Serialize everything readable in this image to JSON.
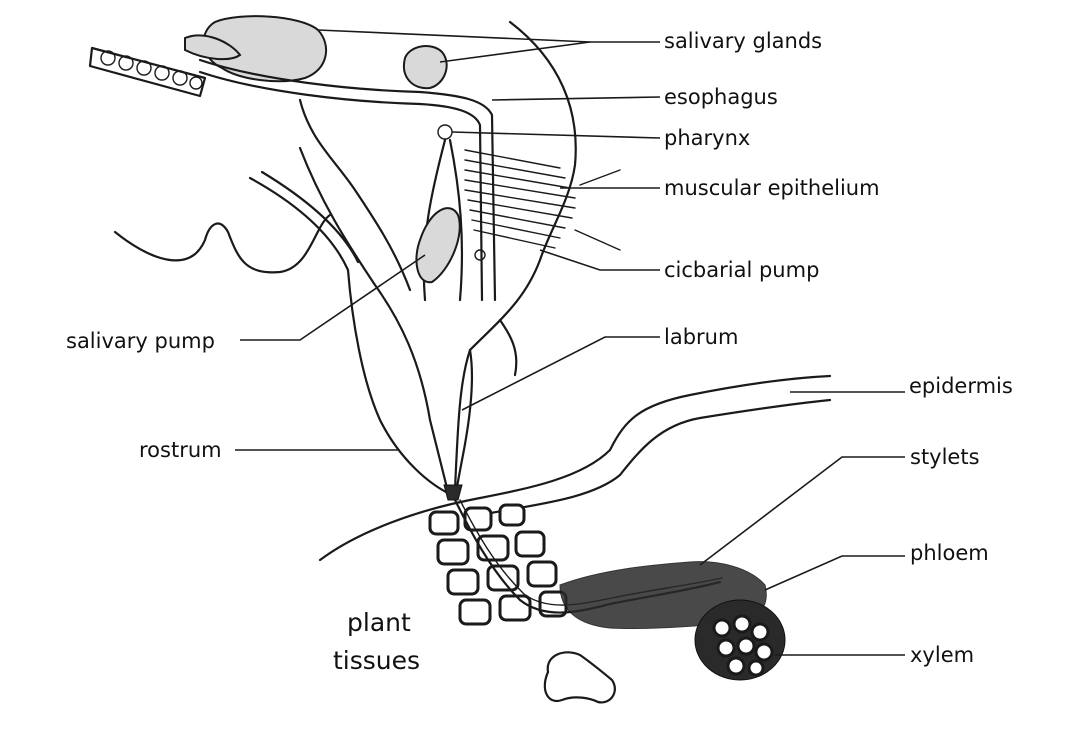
{
  "labels": {
    "salivary_glands": "salivary glands",
    "esophagus": "esophagus",
    "pharynx": "pharynx",
    "muscular_epithelium": "muscular epithelium",
    "cicbarial_pump": "cicbarial pump",
    "salivary_pump": "salivary pump",
    "labrum": "labrum",
    "epidermis": "epidermis",
    "rostrum": "rostrum",
    "stylets": "stylets",
    "phloem": "phloem",
    "xylem": "xylem",
    "plant": "plant",
    "tissues": "tissues"
  },
  "colors": {
    "ink": "#1a1a1a",
    "background": "#ffffff",
    "gland_fill": "#d9d9d9"
  }
}
